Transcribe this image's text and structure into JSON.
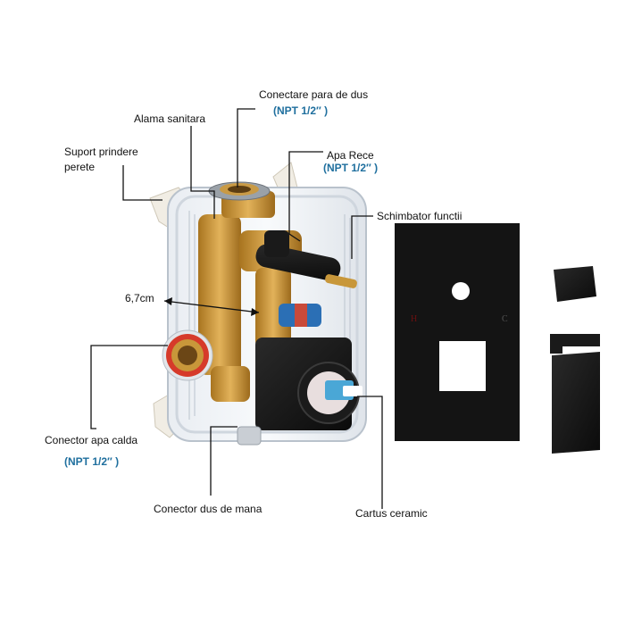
{
  "labels": {
    "conectare_para": "Conectare para de dus",
    "npt_para": "(NPT 1/2″ )",
    "alama_sanitara": "Alama sanitara",
    "suport_line1": "Suport prindere",
    "suport_line2": "perete",
    "apa_rece": "Apa Rece",
    "npt_rece": "(NPT 1/2″ )",
    "schimbator": "Schimbator functii",
    "dimension": "6,7cm",
    "conector_calda": "Conector apa calda",
    "npt_calda": "(NPT 1/2″ )",
    "conector_dus_mana": "Conector dus de mana",
    "cartus": "Cartus ceramic"
  },
  "plate_marks": {
    "left": "H",
    "right": "C"
  },
  "colors": {
    "npt_blue": "#1f6f9e",
    "leader_line": "#111111",
    "brass": "#c8973a",
    "black_finish": "#151515"
  }
}
